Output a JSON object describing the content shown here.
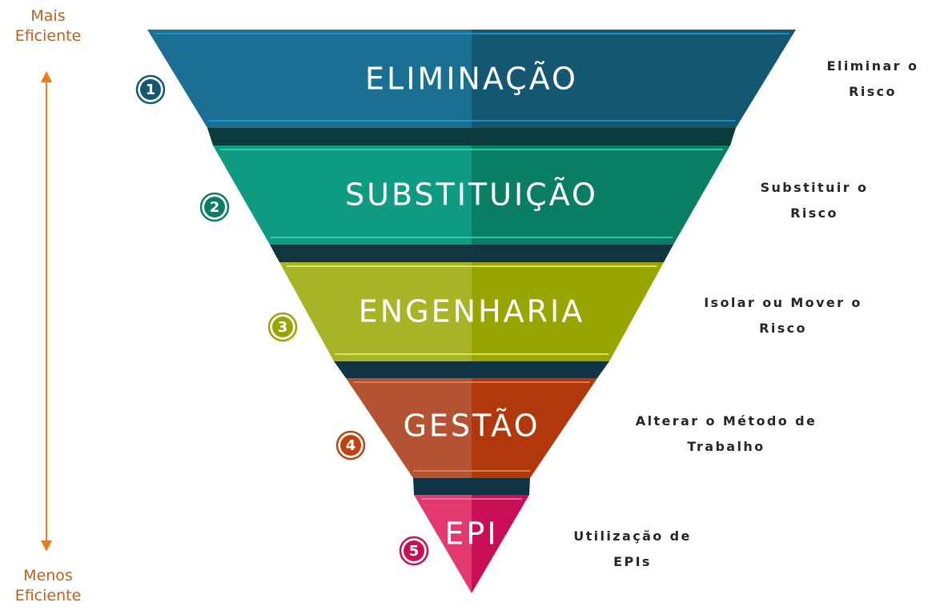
{
  "axis": {
    "top_line1": "Mais",
    "top_line2": "Eficiente",
    "bottom_line1": "Menos",
    "bottom_line2": "Eficiente",
    "arrow_color": "#e67e22"
  },
  "levels": [
    {
      "number": "1",
      "title": "ELIMINAÇÃO",
      "description_line1": "Eliminar o",
      "description_line2": "Risco",
      "color_light": "#1a6f92",
      "color_dark": "#155770",
      "accent": "#1e9ad0",
      "shadow": "#0d3447",
      "badge_color": "#155770"
    },
    {
      "number": "2",
      "title": "SUBSTITUIÇÃO",
      "description_line1": "Substituir o",
      "description_line2": "Risco",
      "color_light": "#0f9a82",
      "color_dark": "#0a7e64",
      "accent": "#31d9b5",
      "shadow": "#0d3a3a",
      "badge_color": "#0a7e64"
    },
    {
      "number": "3",
      "title": "ENGENHARIA",
      "description_line1": "Isolar ou Mover o",
      "description_line2": "Risco",
      "color_light": "#a7b427",
      "color_dark": "#98a400",
      "accent": "#e2ec6a",
      "shadow": "#123640",
      "badge_color": "#98a400"
    },
    {
      "number": "4",
      "title": "GESTÃO",
      "description_line1": "Alterar o Método de",
      "description_line2": "Trabalho",
      "color_light": "#b45234",
      "color_dark": "#b0380a",
      "accent": "#e38557",
      "shadow": "#103444",
      "badge_color": "#c0400f"
    },
    {
      "number": "5",
      "title": "EPI",
      "description_line1": "Utilização de",
      "description_line2": "EPIs",
      "color_light": "#e23a6e",
      "color_dark": "#c80f56",
      "accent": "#f77aa2",
      "shadow": "#0f3344",
      "badge_color": "#c80f56"
    }
  ]
}
